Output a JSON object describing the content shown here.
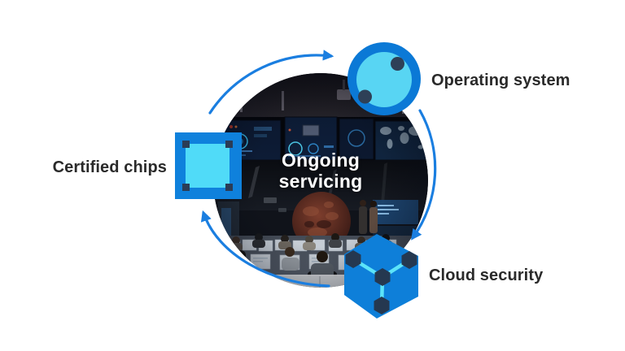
{
  "center": {
    "line1": "Ongoing",
    "line2": "servicing"
  },
  "nodes": {
    "operating_system": {
      "label": "Operating system",
      "icon": "os-circle-icon"
    },
    "certified_chips": {
      "label": "Certified chips",
      "icon": "chip-icon"
    },
    "cloud_security": {
      "label": "Cloud security",
      "icon": "cube-network-icon"
    }
  },
  "cycle_direction": "clockwise",
  "colors": {
    "icon_blue": "#0e7fd9",
    "icon_cyan": "#55d8f5",
    "icon_navy": "#2b3c56",
    "cube_line_cyan": "#5ce4f9",
    "arrow_blue": "#1a7ee0",
    "label_text": "#2a2a2a",
    "center_text": "#ffffff",
    "background": "#ffffff"
  }
}
